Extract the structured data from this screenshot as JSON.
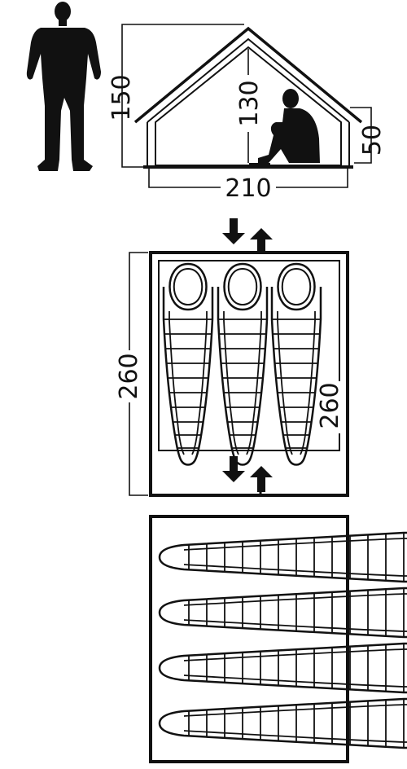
{
  "side_view": {
    "height_total": "150",
    "height_inner": "130",
    "wall_height": "50",
    "width": "210"
  },
  "top_view_a": {
    "length_outer": "260",
    "length_inner": "260",
    "sleeping_bags": 3
  },
  "top_view_b": {
    "sleeping_bags": 4
  },
  "colors": {
    "ink": "#111111",
    "background": "#ffffff"
  },
  "icons": [
    "standing-person-icon",
    "seated-person-icon",
    "door-arrows-icon",
    "sleeping-bag-icon"
  ]
}
